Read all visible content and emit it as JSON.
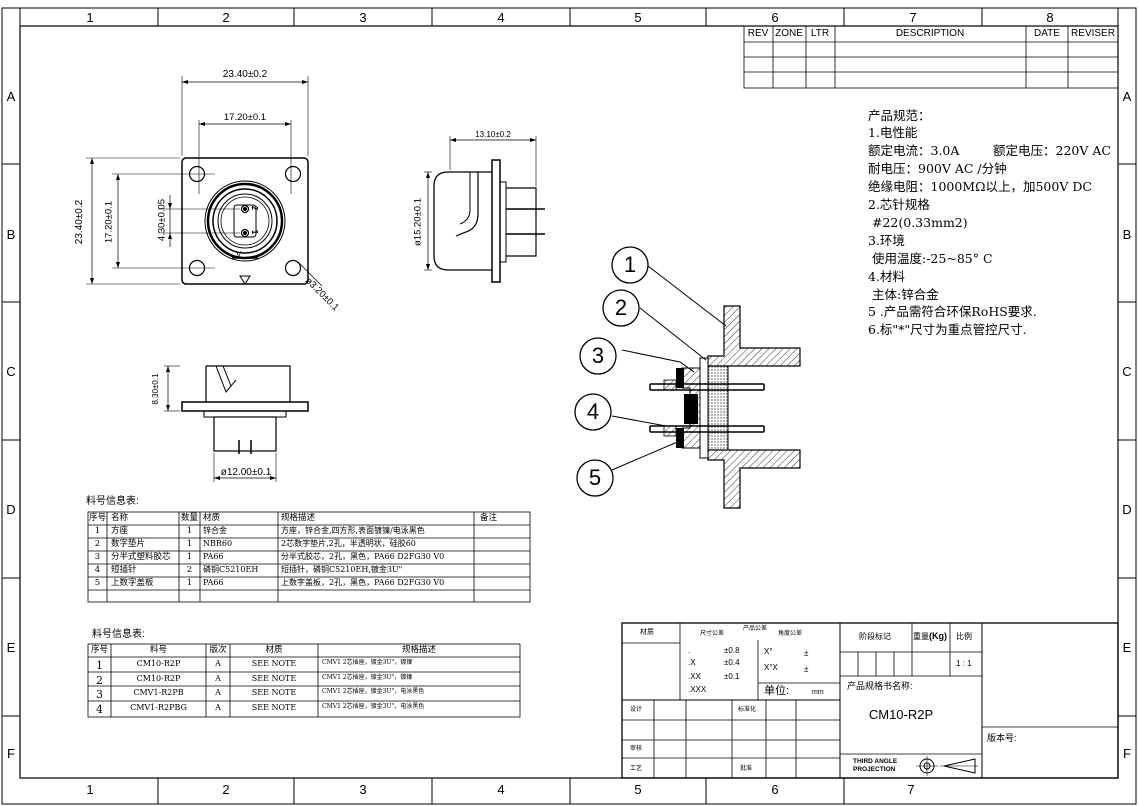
{
  "zones": {
    "top": [
      "1",
      "2",
      "3",
      "4",
      "5",
      "6",
      "7",
      "8"
    ],
    "bottom": [
      "1",
      "2",
      "3",
      "4",
      "5",
      "6",
      "7"
    ],
    "left": [
      "A",
      "B",
      "C",
      "D",
      "E",
      "F"
    ],
    "right": [
      "A",
      "B",
      "C",
      "D",
      "E",
      "F"
    ]
  },
  "revision_table": {
    "headers": [
      "REV",
      "ZONE",
      "LTR",
      "DESCRIPTION",
      "DATE",
      "REVISER"
    ]
  },
  "spec": {
    "title": "产品规范：",
    "lines": [
      "1.电性能",
      "额定电流：3.0A",
      "额定电压：220V AC",
      "耐电压：900V  AC /分钟",
      "绝缘电阻：1000MΩ以上，加500V DC",
      "2.芯针规格",
      "#22(0.33mm2)",
      "3.环境",
      "使用温度:-25~85° C",
      "4.材料",
      "主体:锌合金",
      "5 .产品需符合环保RoHS要求.",
      "6.标\"*\"尺寸为重点管控尺寸."
    ]
  },
  "dimensions": {
    "front_width_outer": "23.40±0.2",
    "front_width_inner": "17.20±0.1",
    "front_height_outer": "23.40±0.2",
    "front_height_inner": "17.20±0.1",
    "pin_pitch": "4.30±0.05",
    "hole_dia": "ø3.20±0.1",
    "side_depth": "13.10±0.2",
    "side_dia": "ø15.20±0.1",
    "bottom_height": "8.30±0.1",
    "bottom_dia": "ø12.00±0.1"
  },
  "front_view": {
    "pin_labels": [
      "2",
      "1"
    ],
    "key_label": "V"
  },
  "balloons": [
    "1",
    "2",
    "3",
    "4",
    "5"
  ],
  "material_table_1": {
    "caption": "料号信息表:",
    "headers": [
      "序号",
      "名称",
      "数量",
      "材质",
      "规格描述",
      "备注"
    ],
    "rows": [
      [
        "1",
        "方座",
        "1",
        "锌合金",
        "方座，锌合金,四方形,表面镀镍/电泳黑色",
        ""
      ],
      [
        "2",
        "数字垫片",
        "1",
        "NBR60",
        "2芯数字垫片,2孔，半透明状，硅胶60",
        ""
      ],
      [
        "3",
        "分半式塑料胶芯",
        "1",
        "PA66",
        "分半式胶芯，2孔，黑色，PA66  D2FG30 V0",
        ""
      ],
      [
        "4",
        "短插针",
        "2",
        "磷铜C5210EH",
        "短插针，磷铜C5210EH,镀金3U\"",
        ""
      ],
      [
        "5",
        "上数字盖板",
        "1",
        "PA66",
        "上数字盖板，2孔，黑色，PA66  D2FG30 V0",
        ""
      ]
    ]
  },
  "material_table_2": {
    "caption": "料号信息表:",
    "headers": [
      "序号",
      "料号",
      "版次",
      "材质",
      "规格描述"
    ],
    "rows": [
      [
        "1",
        "CM10-R2P",
        "A",
        "SEE NOTE",
        "CMV1 2芯插座，镀金3U\"，镀镍"
      ],
      [
        "2",
        "CM10-R2P",
        "A",
        "SEE NOTE",
        "CMV1 2芯插座，镀金3U\"，镀镍"
      ],
      [
        "3",
        "CMV1-R2PB",
        "A",
        "SEE NOTE",
        "CMV1 2芯插座，镀金3U\"，电泳黑色"
      ],
      [
        "4",
        "CMV1-R2PBG",
        "A",
        "SEE NOTE",
        "CMV1 2芯插座，镀金3U\"，电泳黑色"
      ]
    ]
  },
  "title_block": {
    "material_label": "材质",
    "tolerance_header": "产品公差",
    "size_tol_label": "尺寸公差",
    "angle_tol_label": "角度公差",
    "tol_rows": [
      {
        "fmt": ".",
        "val": ""
      },
      {
        "fmt": ".X",
        "val": "±0.8"
      },
      {
        "fmt": ".XX",
        "val": "±0.4"
      },
      {
        "fmt": ".XXX",
        "val": "±0.1"
      }
    ],
    "angle_rows": [
      {
        "fmt": "X°",
        "val": "±"
      },
      {
        "fmt": "X°X",
        "val": "±"
      }
    ],
    "unit_label": "单位:",
    "unit_value": "mm",
    "stage_label": "阶段标记",
    "weight_label": "重量",
    "weight_unit": "(Kg)",
    "scale_label": "比例",
    "scale_value": "1 : 1",
    "spec_name_label": "产品规格书名称:",
    "product_name": "CM10-R2P",
    "design_label": "设计",
    "standard_label": "标准化",
    "review_label": "审核",
    "process_label": "工艺",
    "approve_label": "批准",
    "version_label": "版本号:",
    "projection_line1": "THIRD ANGLE",
    "projection_line2": "PROJECTION"
  }
}
